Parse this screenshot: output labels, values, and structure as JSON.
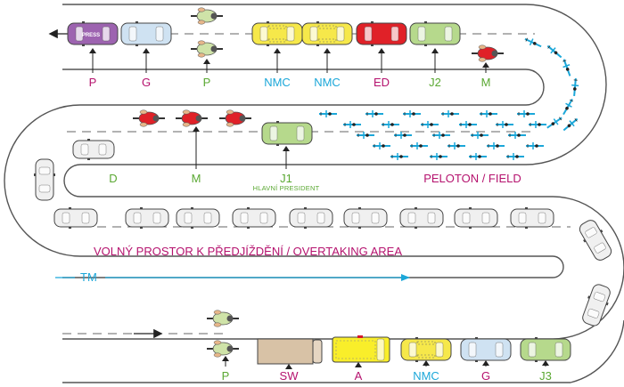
{
  "colors": {
    "magenta": "#b5126e",
    "green": "#5aa832",
    "cyan": "#1ba7d9",
    "red": "#d7182a",
    "road_edge": "#555555",
    "car_press": "#9d63b0",
    "car_g": "#cfe2f2",
    "car_nmc": "#f6e84a",
    "car_ed": "#e02128",
    "car_j": "#b6d98c",
    "car_white": "#f0f0f0",
    "rider_green": "#cfe3a8",
    "rider_red": "#e02128",
    "bike_blue": "#1ba7d9",
    "truck": "#d8c2a6",
    "ambulance": "#f9ee2a"
  },
  "top_row": {
    "press_car_text": "PRESS",
    "labels": [
      {
        "text": "P",
        "color": "magenta"
      },
      {
        "text": "G",
        "color": "magenta"
      },
      {
        "text": "P",
        "color": "green"
      },
      {
        "text": "NMC",
        "color": "cyan"
      },
      {
        "text": "NMC",
        "color": "cyan"
      },
      {
        "text": "ED",
        "color": "magenta"
      },
      {
        "text": "J2",
        "color": "green"
      },
      {
        "text": "M",
        "color": "green"
      }
    ]
  },
  "middle_row": {
    "labels": [
      {
        "text": "D",
        "color": "green"
      },
      {
        "text": "M",
        "color": "green"
      },
      {
        "text": "J1",
        "color": "green"
      }
    ],
    "j1_subtitle": "HLAVNÍ PRESIDENT",
    "peloton_label": "PELOTON / FIELD"
  },
  "overtaking_label": "VOLNÝ PROSTOR K PŘEDJÍŽDĚNÍ / OVERTAKING AREA",
  "tm_label": "TM",
  "bottom_row": {
    "labels": [
      {
        "text": "P",
        "color": "green"
      },
      {
        "text": "SW",
        "color": "magenta"
      },
      {
        "text": "A",
        "color": "magenta"
      },
      {
        "text": "NMC",
        "color": "cyan"
      },
      {
        "text": "G",
        "color": "magenta"
      },
      {
        "text": "J3",
        "color": "green"
      }
    ]
  }
}
